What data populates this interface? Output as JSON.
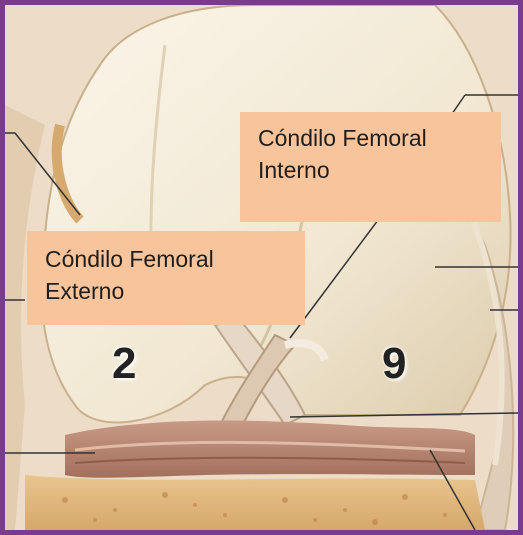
{
  "image": {
    "frame_color": "#7b3b8c",
    "label_bg": "#f7c49c"
  },
  "labels": {
    "internal": {
      "line1": "Cóndilo Femoral",
      "line2": "Interno"
    },
    "external": {
      "line1": "Cóndilo Femoral",
      "line2": "Externo"
    }
  },
  "numbers": {
    "left": "2",
    "right": "9"
  }
}
